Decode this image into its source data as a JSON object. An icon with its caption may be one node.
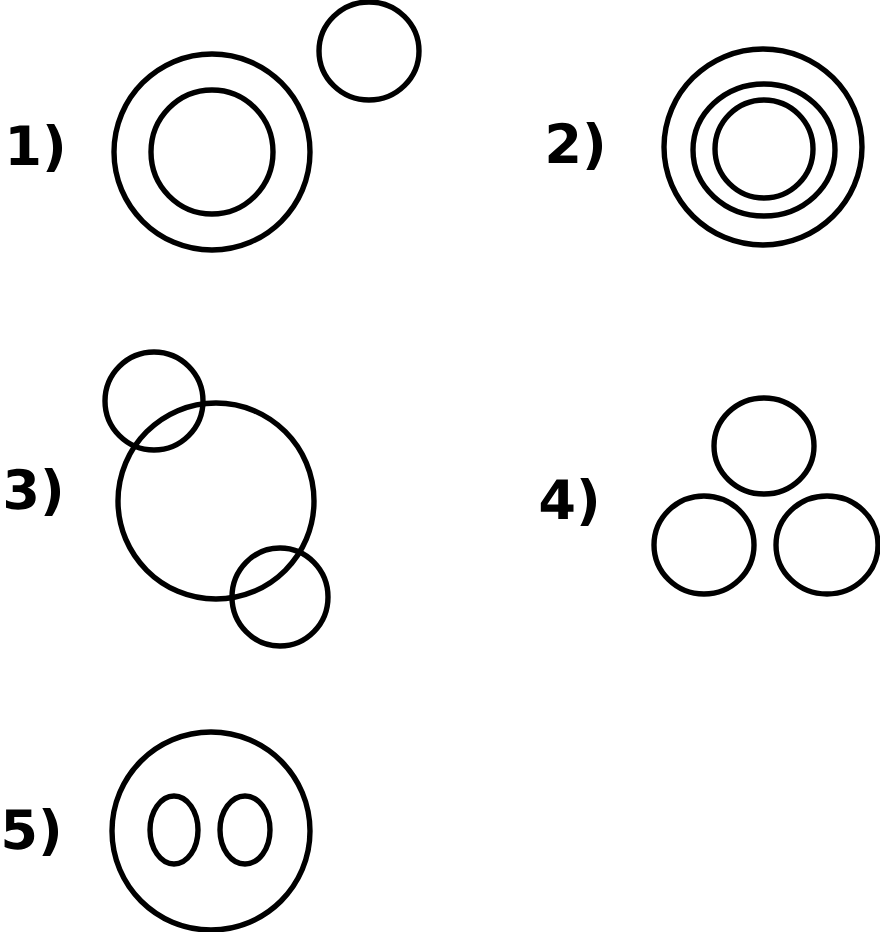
{
  "diagram": {
    "labels": [
      "1)",
      "2)",
      "3)",
      "4)",
      "5)"
    ]
  }
}
